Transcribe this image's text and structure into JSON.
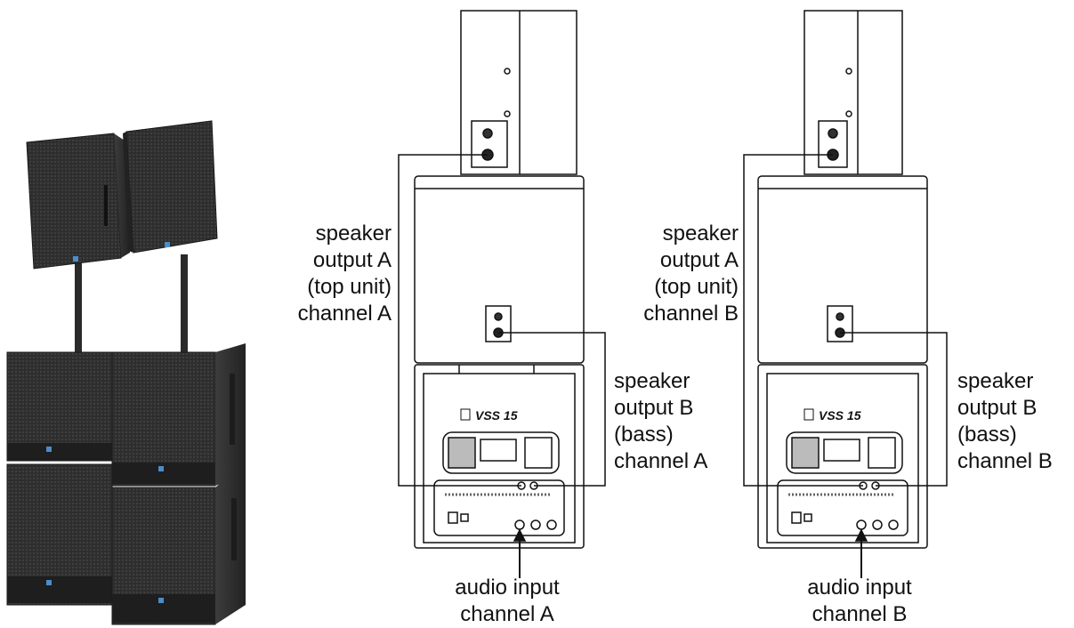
{
  "diagrams": [
    {
      "speaker_a_label": [
        "speaker",
        "output A",
        "(top unit)",
        "channel A"
      ],
      "speaker_b_label": [
        "speaker",
        "output B",
        "(bass)",
        "channel A"
      ],
      "input_label": [
        "audio input",
        "channel A"
      ],
      "model_logo": "VSS 15"
    },
    {
      "speaker_a_label": [
        "speaker",
        "output A",
        "(top unit)",
        "channel B"
      ],
      "speaker_b_label": [
        "speaker",
        "output B",
        "(bass)",
        "channel B"
      ],
      "input_label": [
        "audio input",
        "channel B"
      ],
      "model_logo": "VSS 15"
    }
  ],
  "colors": {
    "line": "#111111",
    "cabinet": "#ffffff",
    "speaker_photo": "#3a3a3a"
  },
  "photo": {
    "description_icon": "speaker-stack-photo"
  }
}
